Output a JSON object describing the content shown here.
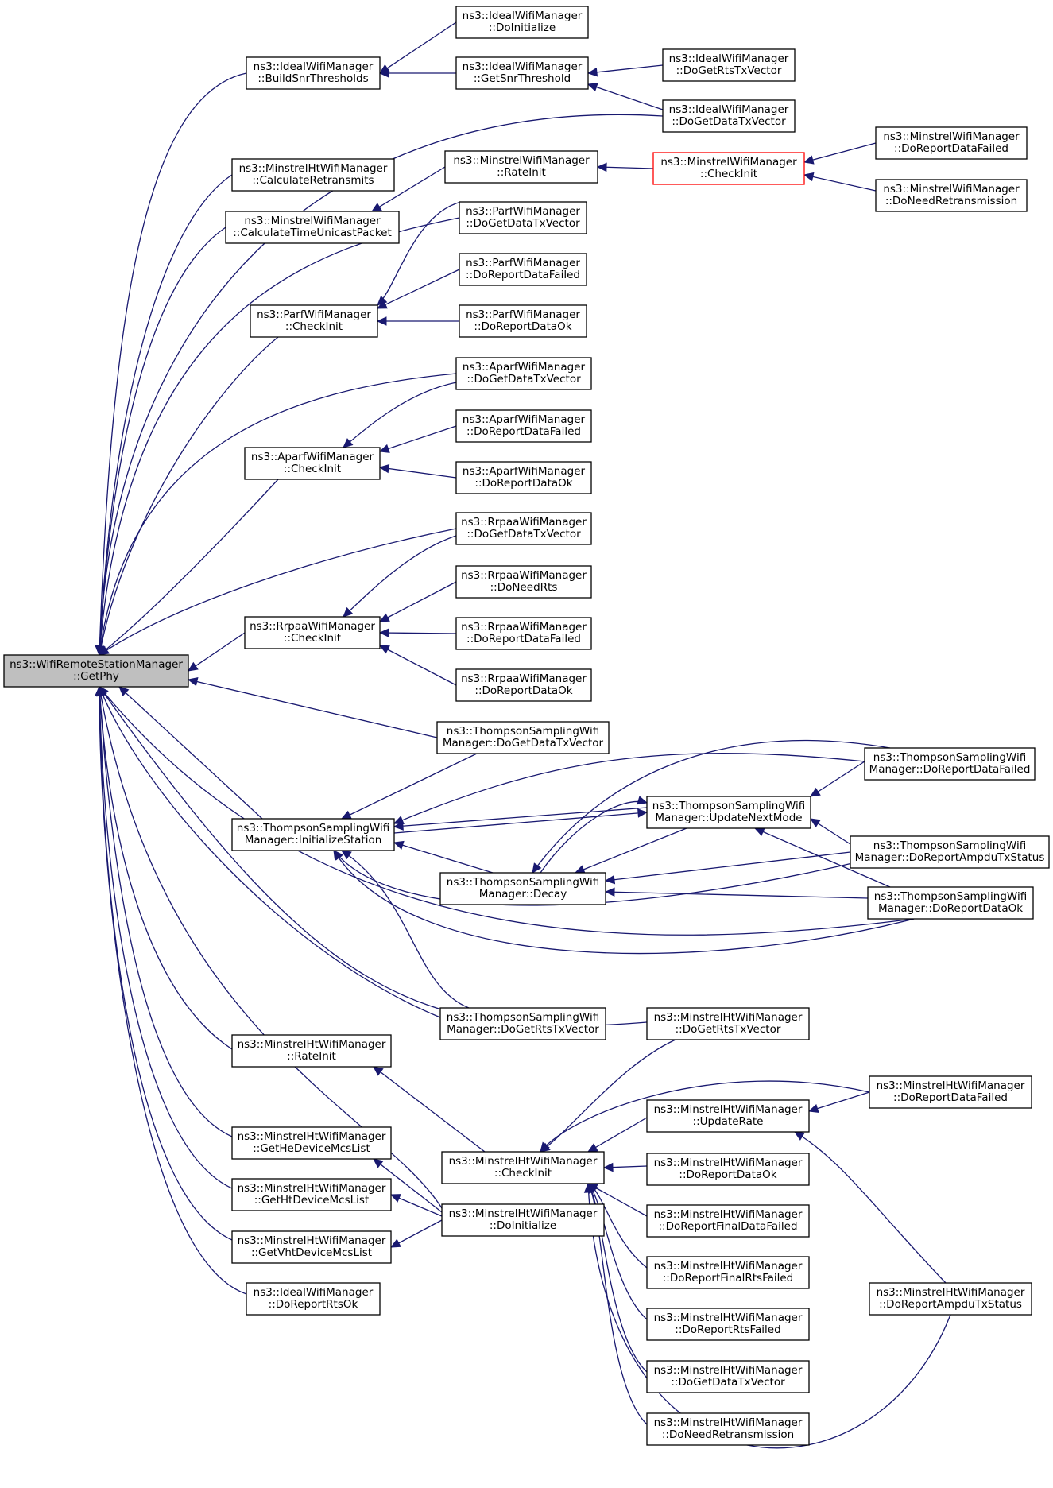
{
  "edge_color": "#191970",
  "root_fill": "#bfbfbf",
  "highlight_border": "#ff0000",
  "nodes": {
    "getphy": {
      "lines": [
        "ns3::WifiRemoteStationManager",
        "::GetPhy"
      ]
    },
    "ideal_bst": {
      "lines": [
        "ns3::IdealWifiManager",
        "::BuildSnrThresholds"
      ]
    },
    "ideal_init": {
      "lines": [
        "ns3::IdealWifiManager",
        "::DoInitialize"
      ]
    },
    "ideal_gst": {
      "lines": [
        "ns3::IdealWifiManager",
        "::GetSnrThreshold"
      ]
    },
    "ideal_rts": {
      "lines": [
        "ns3::IdealWifiManager",
        "::DoGetRtsTxVector"
      ]
    },
    "ideal_data": {
      "lines": [
        "ns3::IdealWifiManager",
        "::DoGetDataTxVector"
      ]
    },
    "mht_cr": {
      "lines": [
        "ns3::MinstrelHtWifiManager",
        "::CalculateRetransmits"
      ]
    },
    "min_ctu": {
      "lines": [
        "ns3::MinstrelWifiManager",
        "::CalculateTimeUnicastPacket"
      ]
    },
    "min_ri": {
      "lines": [
        "ns3::MinstrelWifiManager",
        "::RateInit"
      ]
    },
    "min_ci": {
      "lines": [
        "ns3::MinstrelWifiManager",
        "::CheckInit"
      ]
    },
    "min_rdf": {
      "lines": [
        "ns3::MinstrelWifiManager",
        "::DoReportDataFailed"
      ]
    },
    "min_nr": {
      "lines": [
        "ns3::MinstrelWifiManager",
        "::DoNeedRetransmission"
      ]
    },
    "parf_ci": {
      "lines": [
        "ns3::ParfWifiManager",
        "::CheckInit"
      ]
    },
    "parf_gdt": {
      "lines": [
        "ns3::ParfWifiManager",
        "::DoGetDataTxVector"
      ]
    },
    "parf_rdf": {
      "lines": [
        "ns3::ParfWifiManager",
        "::DoReportDataFailed"
      ]
    },
    "parf_rdo": {
      "lines": [
        "ns3::ParfWifiManager",
        "::DoReportDataOk"
      ]
    },
    "aparf_ci": {
      "lines": [
        "ns3::AparfWifiManager",
        "::CheckInit"
      ]
    },
    "aparf_gdt": {
      "lines": [
        "ns3::AparfWifiManager",
        "::DoGetDataTxVector"
      ]
    },
    "aparf_rdf": {
      "lines": [
        "ns3::AparfWifiManager",
        "::DoReportDataFailed"
      ]
    },
    "aparf_rdo": {
      "lines": [
        "ns3::AparfWifiManager",
        "::DoReportDataOk"
      ]
    },
    "rrpaa_ci": {
      "lines": [
        "ns3::RrpaaWifiManager",
        "::CheckInit"
      ]
    },
    "rrpaa_gdt": {
      "lines": [
        "ns3::RrpaaWifiManager",
        "::DoGetDataTxVector"
      ]
    },
    "rrpaa_nr": {
      "lines": [
        "ns3::RrpaaWifiManager",
        "::DoNeedRts"
      ]
    },
    "rrpaa_rdf": {
      "lines": [
        "ns3::RrpaaWifiManager",
        "::DoReportDataFailed"
      ]
    },
    "rrpaa_rdo": {
      "lines": [
        "ns3::RrpaaWifiManager",
        "::DoReportDataOk"
      ]
    },
    "ts_gdt": {
      "lines": [
        "ns3::ThompsonSamplingWifi",
        "Manager::DoGetDataTxVector"
      ]
    },
    "ts_is": {
      "lines": [
        "ns3::ThompsonSamplingWifi",
        "Manager::InitializeStation"
      ]
    },
    "ts_unm": {
      "lines": [
        "ns3::ThompsonSamplingWifi",
        "Manager::UpdateNextMode"
      ]
    },
    "ts_dec": {
      "lines": [
        "ns3::ThompsonSamplingWifi",
        "Manager::Decay"
      ]
    },
    "ts_rdf": {
      "lines": [
        "ns3::ThompsonSamplingWifi",
        "Manager::DoReportDataFailed"
      ]
    },
    "ts_ratx": {
      "lines": [
        "ns3::ThompsonSamplingWifi",
        "Manager::DoReportAmpduTxStatus"
      ]
    },
    "ts_rdo": {
      "lines": [
        "ns3::ThompsonSamplingWifi",
        "Manager::DoReportDataOk"
      ]
    },
    "ts_grts": {
      "lines": [
        "ns3::ThompsonSamplingWifi",
        "Manager::DoGetRtsTxVector"
      ]
    },
    "mht_ri": {
      "lines": [
        "ns3::MinstrelHtWifiManager",
        "::RateInit"
      ]
    },
    "mht_grts": {
      "lines": [
        "ns3::MinstrelHtWifiManager",
        "::DoGetRtsTxVector"
      ]
    },
    "mht_he": {
      "lines": [
        "ns3::MinstrelHtWifiManager",
        "::GetHeDeviceMcsList"
      ]
    },
    "mht_ht": {
      "lines": [
        "ns3::MinstrelHtWifiManager",
        "::GetHtDeviceMcsList"
      ]
    },
    "mht_vht": {
      "lines": [
        "ns3::MinstrelHtWifiManager",
        "::GetVhtDeviceMcsList"
      ]
    },
    "ideal_rro": {
      "lines": [
        "ns3::IdealWifiManager",
        "::DoReportRtsOk"
      ]
    },
    "mht_ci": {
      "lines": [
        "ns3::MinstrelHtWifiManager",
        "::CheckInit"
      ]
    },
    "mht_init": {
      "lines": [
        "ns3::MinstrelHtWifiManager",
        "::DoInitialize"
      ]
    },
    "mht_ur": {
      "lines": [
        "ns3::MinstrelHtWifiManager",
        "::UpdateRate"
      ]
    },
    "mht_rdf": {
      "lines": [
        "ns3::MinstrelHtWifiManager",
        "::DoReportDataFailed"
      ]
    },
    "mht_rdo": {
      "lines": [
        "ns3::MinstrelHtWifiManager",
        "::DoReportDataOk"
      ]
    },
    "mht_rfdf": {
      "lines": [
        "ns3::MinstrelHtWifiManager",
        "::DoReportFinalDataFailed"
      ]
    },
    "mht_rfrf": {
      "lines": [
        "ns3::MinstrelHtWifiManager",
        "::DoReportFinalRtsFailed"
      ]
    },
    "mht_rrf": {
      "lines": [
        "ns3::MinstrelHtWifiManager",
        "::DoReportRtsFailed"
      ]
    },
    "mht_gdt": {
      "lines": [
        "ns3::MinstrelHtWifiManager",
        "::DoGetDataTxVector"
      ]
    },
    "mht_nr": {
      "lines": [
        "ns3::MinstrelHtWifiManager",
        "::DoNeedRetransmission"
      ]
    },
    "mht_ratx": {
      "lines": [
        "ns3::MinstrelHtWifiManager",
        "::DoReportAmpduTxStatus"
      ]
    }
  }
}
